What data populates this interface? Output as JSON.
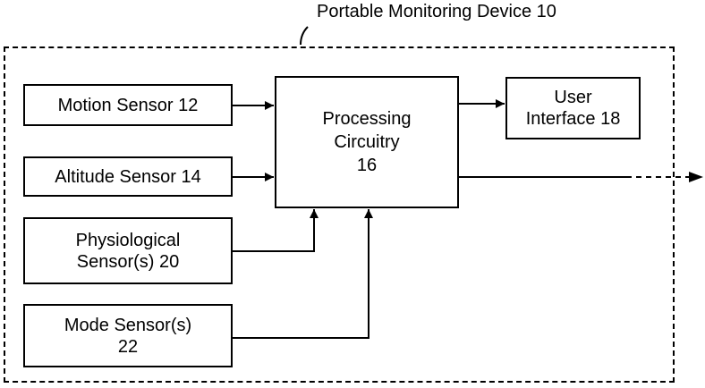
{
  "device_title": "Portable Monitoring Device 10",
  "motion_sensor": "Motion Sensor 12",
  "altitude_sensor": "Altitude Sensor 14",
  "physiological_sensor": "Physiological\nSensor(s) 20",
  "mode_sensor": "Mode Sensor(s)\n22",
  "processing_circuitry": "Processing\nCircuitry\n16",
  "user_interface": "User\nInterface 18"
}
